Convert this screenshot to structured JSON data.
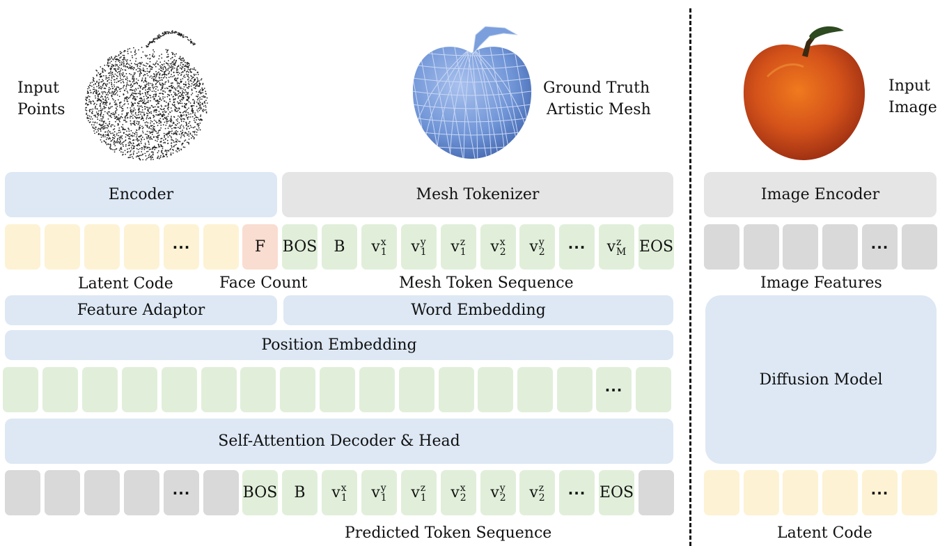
{
  "top_labels": {
    "input_points": [
      "Input",
      "Points"
    ],
    "ground_truth": [
      "Ground Truth",
      "Artistic Mesh"
    ],
    "input_image": [
      "Input",
      "Image"
    ]
  },
  "blocks": {
    "encoder": "Encoder",
    "mesh_tokenizer": "Mesh Tokenizer",
    "image_encoder": "Image Encoder",
    "feature_adaptor": "Feature Adaptor",
    "word_embedding": "Word Embedding",
    "position_embedding": "Position Embedding",
    "decoder": "Self-Attention Decoder & Head",
    "diffusion_model": "Diffusion Model"
  },
  "captions": {
    "latent_code": "Latent Code",
    "face_count": "Face Count",
    "mesh_token_sequence": "Mesh Token Sequence",
    "image_features": "Image Features",
    "predicted_token_sequence": "Predicted Token Sequence",
    "latent_code_right": "Latent Code"
  },
  "tokens": {
    "ellipsis": "···",
    "face": "F",
    "bos": "BOS",
    "b": "B",
    "eos": "EOS",
    "v": "v"
  },
  "colors": {
    "block_blue": "#dde8f4",
    "block_gray": "#e5e5e5",
    "token_yellow": "#fdf2d3",
    "token_green": "#e1efda",
    "token_gray": "#d9d9d9",
    "token_orange": "#f9ddd0",
    "mesh_blue": "#6f94d6",
    "apple_red": "#c8401c"
  }
}
